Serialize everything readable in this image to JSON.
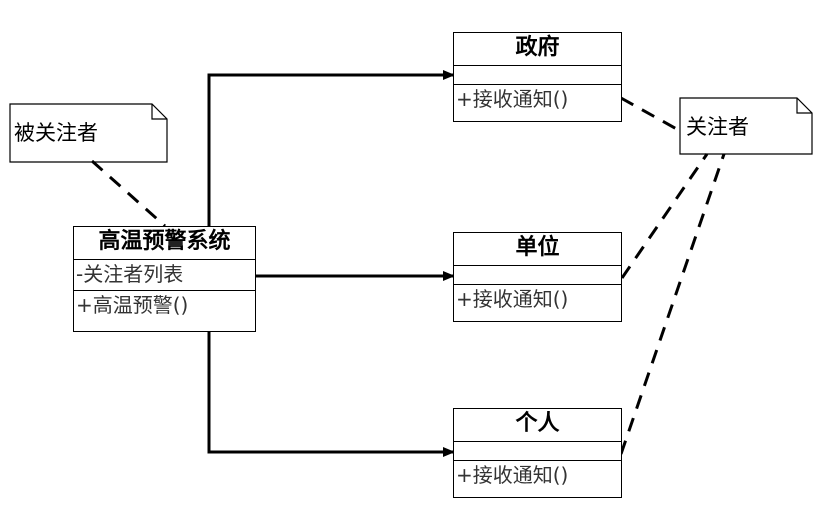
{
  "subject": {
    "name": "高温预警系统",
    "attribute": "-关注者列表",
    "operation": "+高温预警()"
  },
  "observers": [
    {
      "name": "政府",
      "operation": "+接收通知()"
    },
    {
      "name": "单位",
      "operation": "+接收通知()"
    },
    {
      "name": "个人",
      "operation": "+接收通知()"
    }
  ],
  "notes": {
    "subject_note": "被关注者",
    "observer_note": "关注者"
  }
}
